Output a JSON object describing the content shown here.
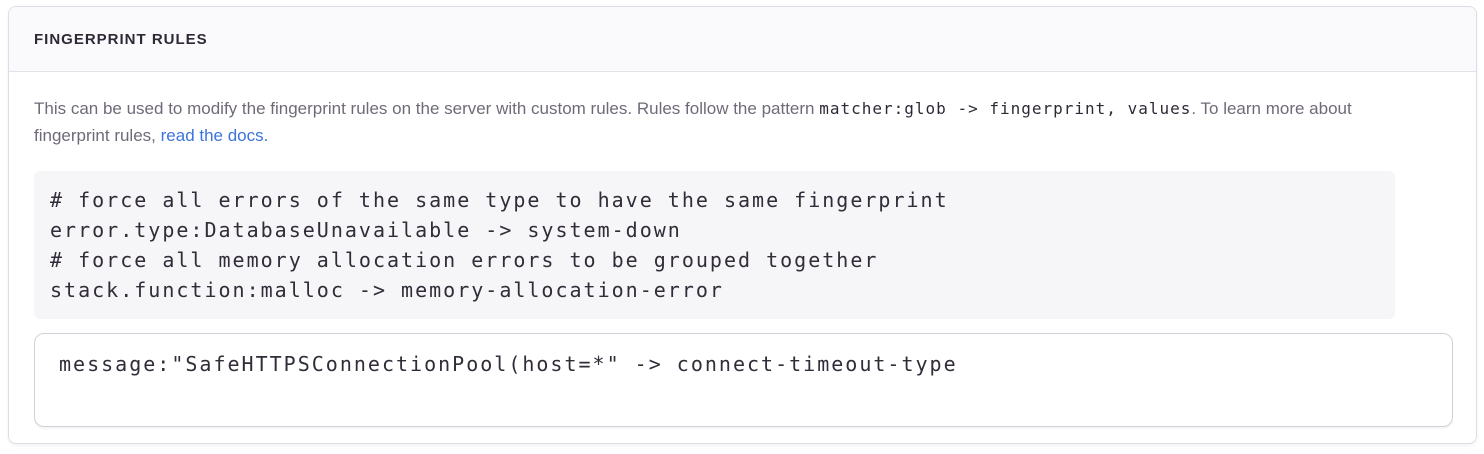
{
  "panel": {
    "header": {
      "title": "FINGERPRINT RULES"
    },
    "description": {
      "text_before": "This can be used to modify the fingerprint rules on the server with custom rules. Rules follow the pattern ",
      "inline_code": "matcher:glob -> fingerprint, values",
      "text_middle": ". To learn more about fingerprint rules, ",
      "link_text": "read the docs."
    },
    "example_block": {
      "lines": [
        "# force all errors of the same type to have the same fingerprint",
        "error.type:DatabaseUnavailable -> system-down",
        "# force all memory allocation errors to be grouped together",
        "stack.function:malloc -> memory-allocation-error"
      ]
    },
    "rules_input": {
      "value": "message:\"SafeHTTPSConnectionPool(host=*\" -> connect-timeout-type"
    }
  },
  "colors": {
    "link": "#3c74dd",
    "header_bg": "#faf9fb",
    "panel_border": "#e0dce5",
    "code_block_bg": "#f6f6f8",
    "text_primary": "#2f2936",
    "text_secondary": "#706a78"
  }
}
